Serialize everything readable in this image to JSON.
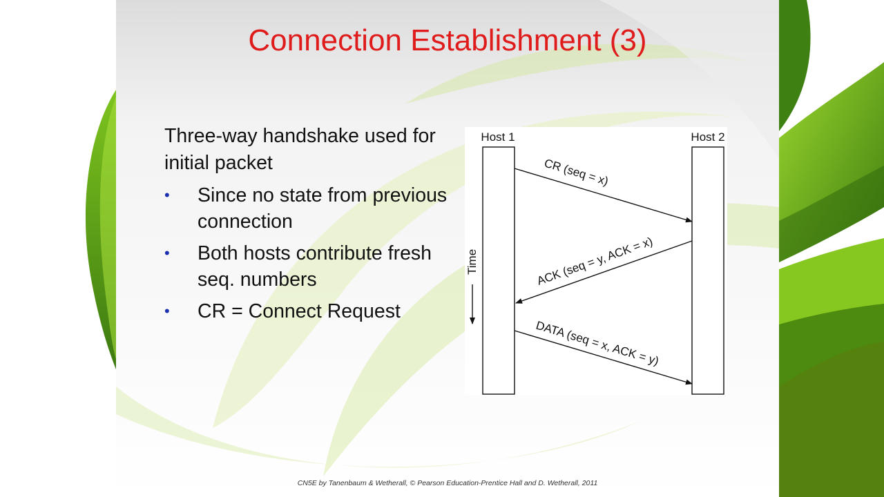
{
  "slide": {
    "title": "Connection Establishment (3)",
    "intro": "Three-way handshake used for initial packet",
    "bullets": [
      "Since no state from previous connection",
      "Both hosts contribute fresh seq. numbers",
      "CR = Connect Request"
    ],
    "footer": "CN5E by Tanenbaum & Wetherall, © Pearson Education-Prentice Hall and D. Wetherall, 2011"
  },
  "diagram": {
    "host1_label": "Host 1",
    "host2_label": "Host 2",
    "time_label": "Time",
    "messages": [
      "CR (seq = x)",
      "ACK (seq = y, ACK = x)",
      "DATA (seq = x, ACK = y)"
    ]
  },
  "colors": {
    "title": "#e01b1b",
    "bullet": "#1a2fb0",
    "green_dark": "#4a8a12",
    "green_light": "#8fd12a"
  }
}
